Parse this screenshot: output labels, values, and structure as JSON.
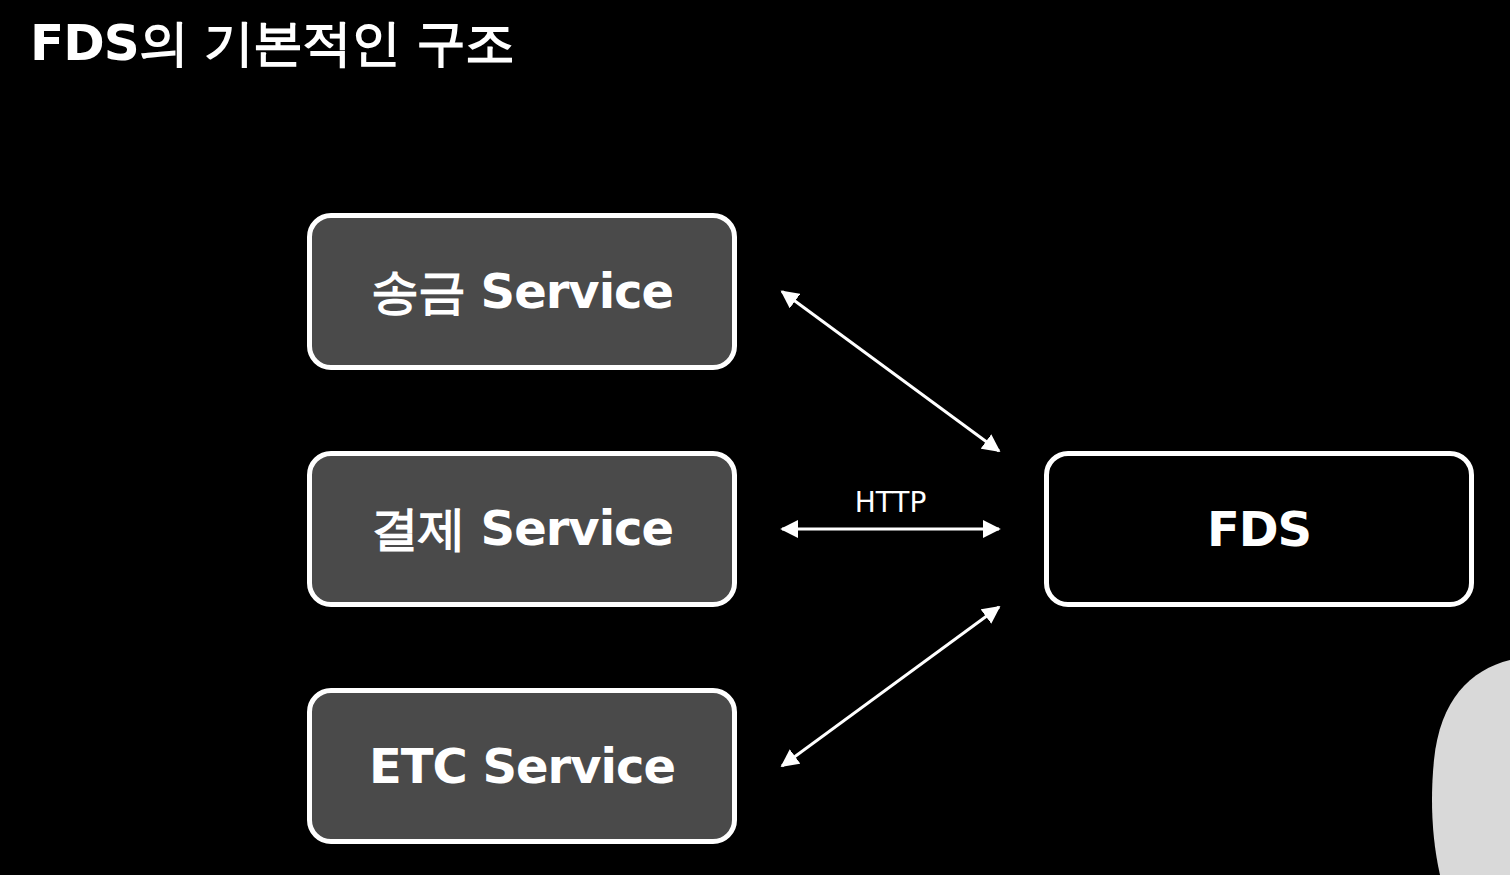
{
  "diagram": {
    "title": "FDS의 기본적인 구조",
    "nodes": [
      {
        "text": [
          "송금 Service"
        ]
      },
      {
        "text": [
          "결제 Service"
        ]
      },
      {
        "text": [
          "ETC Service"
        ]
      },
      {
        "text": [
          "FDS"
        ]
      }
    ],
    "edges": [
      {
        "from": 0,
        "to": 3,
        "arrow": "both"
      },
      {
        "from": 1,
        "to": 3,
        "label": "HTTP",
        "arrow": "both"
      },
      {
        "from": 2,
        "to": 3,
        "arrow": "both"
      }
    ]
  }
}
